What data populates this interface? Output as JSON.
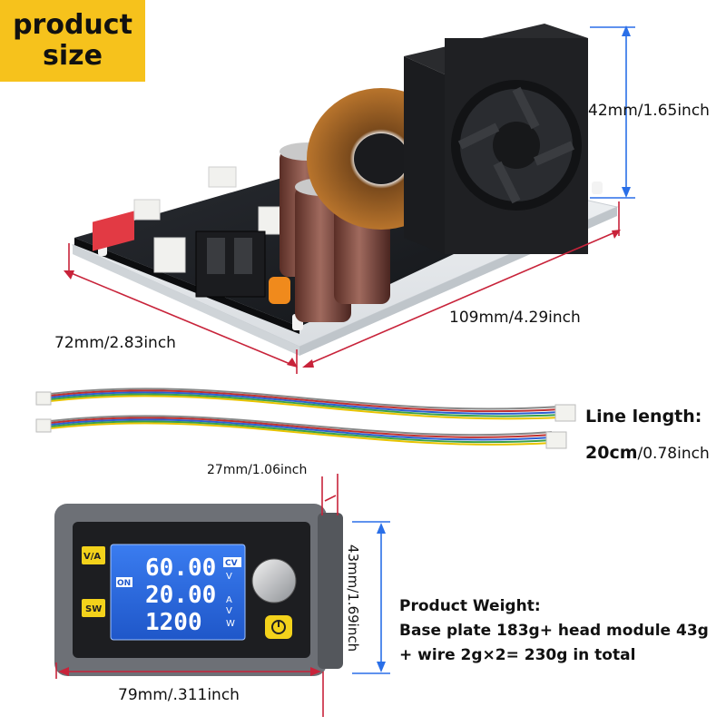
{
  "badge": {
    "line1": "product",
    "line2": "size"
  },
  "dimensions": {
    "fan_height": "42mm/1.65inch",
    "board_length": "109mm/4.29inch",
    "board_width": "72mm/2.83inch",
    "module_depth": "27mm/1.06inch",
    "module_height": "43mm/1.69inch",
    "module_width": "79mm/.311inch"
  },
  "cable": {
    "label": "Line length:",
    "length_metric": "20cm",
    "length_imperial": "/0.78inch"
  },
  "display": {
    "voltage": "60.00",
    "current": "20.00",
    "power": "1200",
    "cv_badge": "CV",
    "on_badge": "ON",
    "unit_v1": "V",
    "unit_a": "A",
    "unit_v2": "V",
    "unit_w": "W",
    "button_va": "V/A",
    "button_sw": "SW"
  },
  "weight": {
    "line1": "Product Weight:",
    "line2": "Base plate 183g+ head module 43g",
    "line3": "+ wire 2g×2= 230g in total"
  },
  "colors": {
    "badge": "#f6c21c",
    "lcd": "#2b6fe0",
    "button_yellow": "#f3d21b",
    "dimension_line": "#2a6fe8",
    "dimension_line_red": "#c8233a"
  }
}
